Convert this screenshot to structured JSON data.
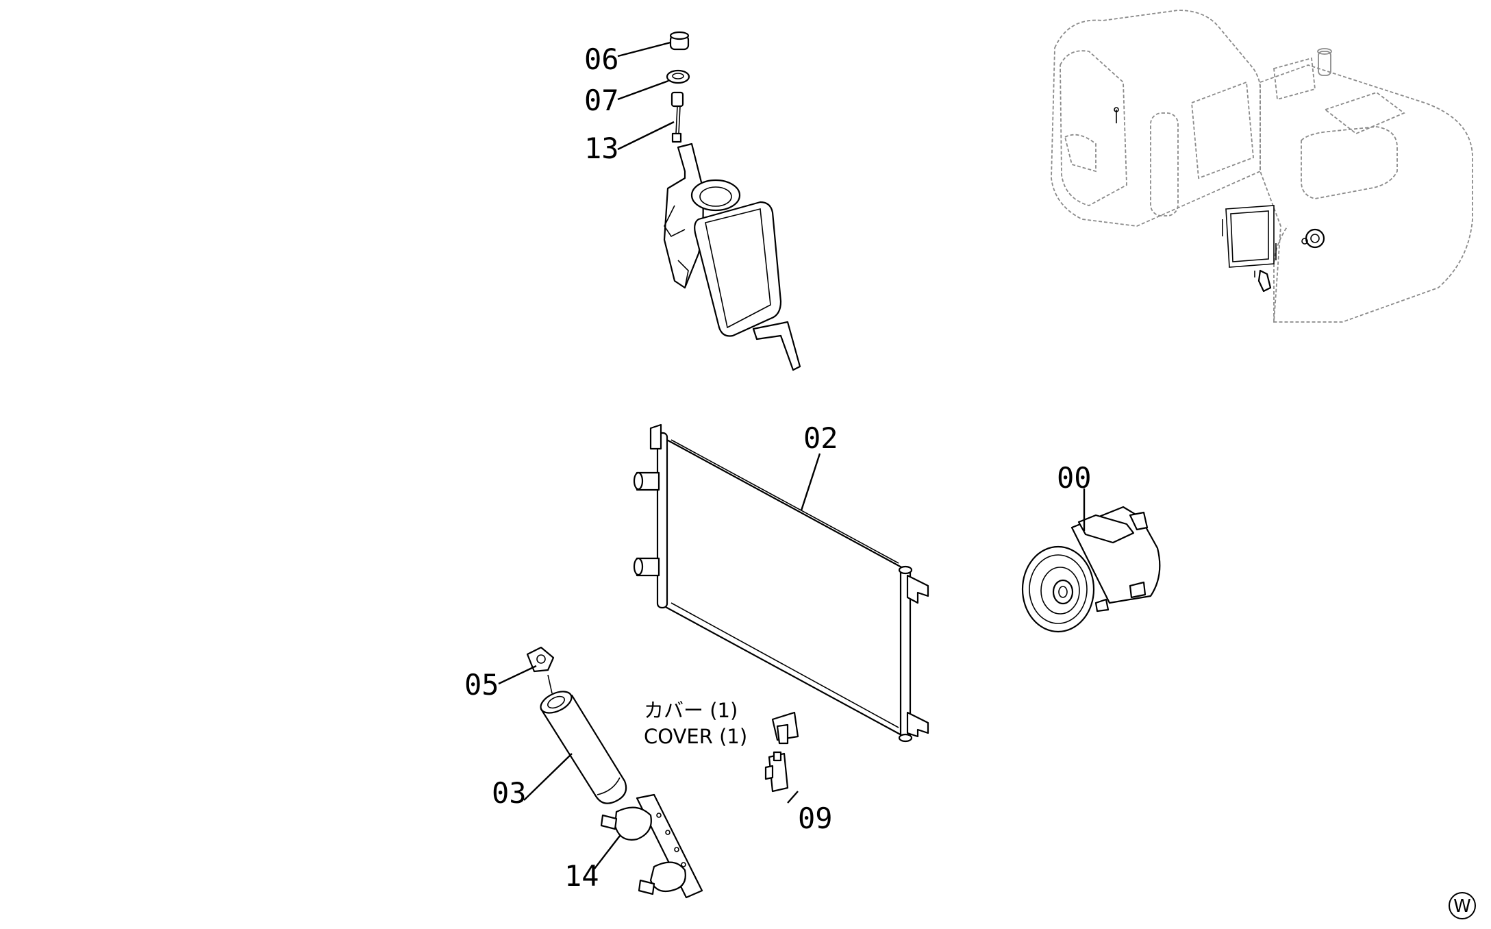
{
  "callouts": [
    {
      "id": "label-06",
      "text": "06"
    },
    {
      "id": "label-07",
      "text": "07"
    },
    {
      "id": "label-13",
      "text": "13"
    },
    {
      "id": "label-02",
      "text": "02"
    },
    {
      "id": "label-00",
      "text": "00"
    },
    {
      "id": "label-05",
      "text": "05"
    },
    {
      "id": "label-03",
      "text": "03"
    },
    {
      "id": "label-09",
      "text": "09"
    },
    {
      "id": "label-14",
      "text": "14"
    }
  ],
  "cover_note": {
    "line1": "カバー (1)",
    "line2": "COVER (1)"
  },
  "corner_mark": "W"
}
